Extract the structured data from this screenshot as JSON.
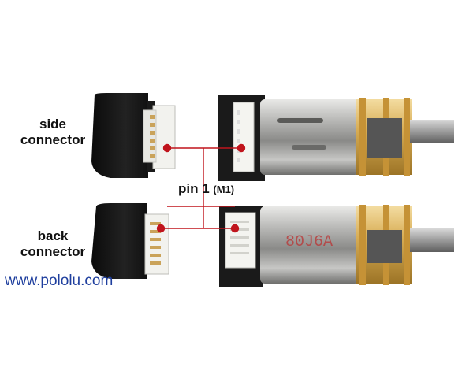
{
  "labels": {
    "side_line1": "side",
    "side_line2": "connector",
    "back_line1": "back",
    "back_line2": "connector",
    "pin1_main": "pin 1",
    "pin1_sub": "(M1)"
  },
  "watermark": {
    "text": "www.pololu.com",
    "color": "#1f3f9e"
  },
  "callout_color": "#c0141c"
}
